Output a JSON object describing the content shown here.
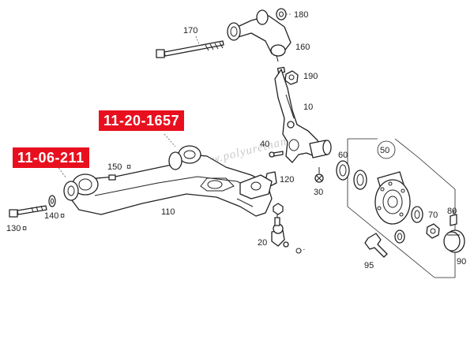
{
  "highlights": {
    "upper": "11-20-1657",
    "lower": "11-06-211"
  },
  "watermark": "www.polyurethan.",
  "labels": {
    "p10": "10",
    "p20": "20",
    "p30": "30",
    "p40": "40",
    "p50": "50",
    "p60": "60",
    "p70": "70",
    "p80": "80",
    "p90": "90",
    "p95": "95",
    "p110": "110",
    "p120": "120",
    "p130": "130",
    "p140": "140",
    "p150": "150",
    "p160": "160",
    "p170": "170",
    "p180": "180",
    "p190": "190"
  },
  "colors": {
    "highlight": "#e8101e",
    "line": "#222222"
  }
}
